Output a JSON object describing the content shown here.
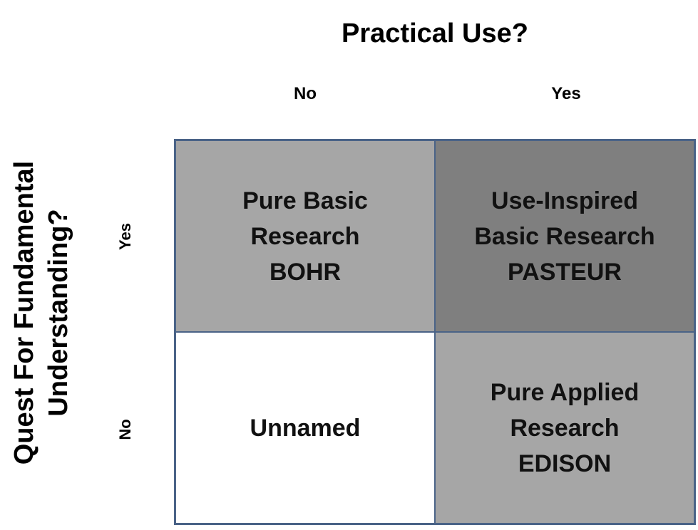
{
  "top_axis": {
    "title": "Practical Use?",
    "columns": [
      "No",
      "Yes"
    ]
  },
  "side_axis": {
    "title_lines": [
      "Quest For Fundamental",
      "Understanding?"
    ],
    "rows": [
      "Yes",
      "No"
    ]
  },
  "quadrants": {
    "top_left": {
      "lines": [
        "Pure Basic",
        "Research",
        "BOHR"
      ]
    },
    "top_right": {
      "lines": [
        "Use-Inspired",
        "Basic Research",
        "PASTEUR"
      ]
    },
    "bottom_left": {
      "lines": [
        "Unnamed"
      ]
    },
    "bottom_right": {
      "lines": [
        "Pure Applied",
        "Research",
        "EDISON"
      ]
    }
  },
  "colors": {
    "border": "#4a6387",
    "light_gray": "#a6a6a6",
    "dark_gray": "#7f7f7f",
    "white": "#ffffff"
  }
}
